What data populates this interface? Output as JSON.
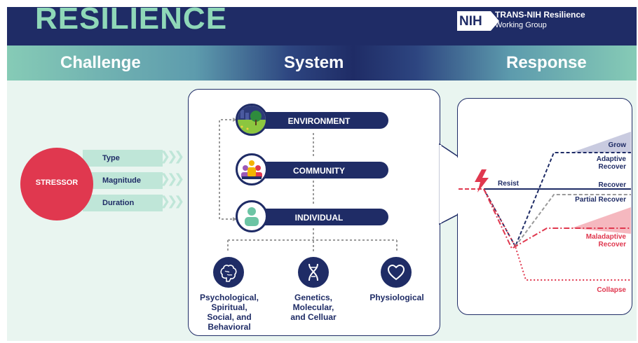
{
  "header": {
    "title": "RESILIENCE",
    "nih_logo_text": "NIH",
    "org_name": "TRANS-NIH Resilience",
    "org_subtitle": "Working Group"
  },
  "columns": {
    "challenge": "Challenge",
    "system": "System",
    "response": "Response"
  },
  "challenge": {
    "stressor": "STRESSOR",
    "attributes": [
      "Type",
      "Magnitude",
      "Duration"
    ]
  },
  "system": {
    "levels": [
      "ENVIRONMENT",
      "COMMUNITY",
      "INDIVIDUAL"
    ],
    "subsystems": [
      "Psychological,\nSpiritual,\nSocial, and\nBehavioral",
      "Genetics,\nMolecular,\nand Celluar",
      "Physiological"
    ]
  },
  "response": {
    "labels": {
      "resist": "Resist",
      "grow": "Grow",
      "adaptive": "Adaptive\nRecover",
      "recover": "Recover",
      "partial": "Partial Recover",
      "maladaptive": "Maladaptive\nRecover",
      "collapse": "Collapse"
    }
  },
  "colors": {
    "navy": "#1f2c66",
    "mint": "#8fd8b8",
    "red": "#e0384f",
    "light_mint": "#bfe6d8",
    "background": "#e9f5f0"
  }
}
